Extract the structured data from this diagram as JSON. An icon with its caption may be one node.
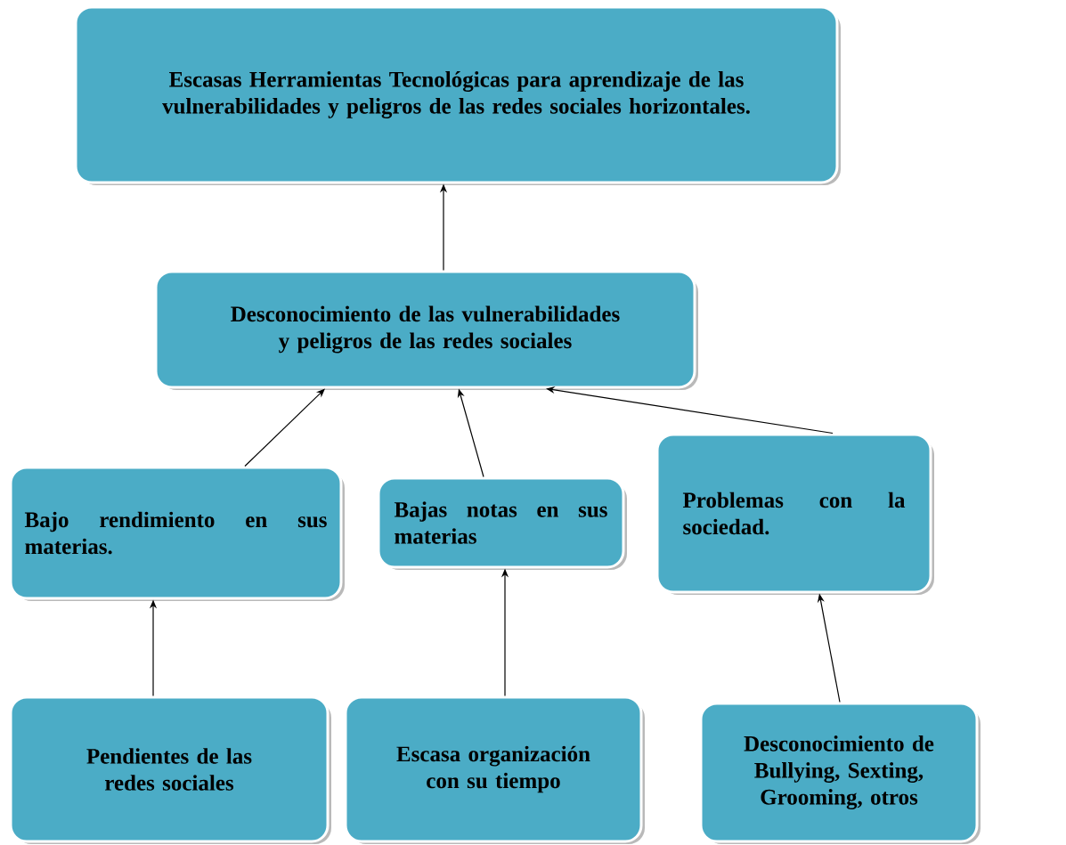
{
  "diagram": {
    "nodes": [
      {
        "text": [
          "Escasas Herramientas Tecnológicas para aprendizaje de las vulnerabilidades y peligros de las redes sociales horizontales."
        ]
      },
      {
        "text": [
          "Desconocimiento de las vulnerabilidades y peligros de las redes sociales"
        ]
      },
      {
        "text": [
          "Bajo rendimiento en sus materias."
        ]
      },
      {
        "text": [
          "Bajas notas en sus materias"
        ]
      },
      {
        "text": [
          "Problemas con la sociedad."
        ]
      },
      {
        "text": [
          "Pendientes de las redes sociales"
        ]
      },
      {
        "text": [
          "Escasa organización con su tiempo"
        ]
      },
      {
        "text": [
          "Desconocimiento de Bullying, Sexting, Grooming, otros"
        ]
      }
    ],
    "edges": [
      {
        "from": 1,
        "to": 0,
        "arrow": "to"
      },
      {
        "from": 2,
        "to": 1,
        "arrow": "to"
      },
      {
        "from": 3,
        "to": 1,
        "arrow": "to"
      },
      {
        "from": 4,
        "to": 1,
        "arrow": "to"
      },
      {
        "from": 5,
        "to": 2,
        "arrow": "to"
      },
      {
        "from": 6,
        "to": 3,
        "arrow": "to"
      },
      {
        "from": 7,
        "to": 4,
        "arrow": "to"
      }
    ]
  }
}
